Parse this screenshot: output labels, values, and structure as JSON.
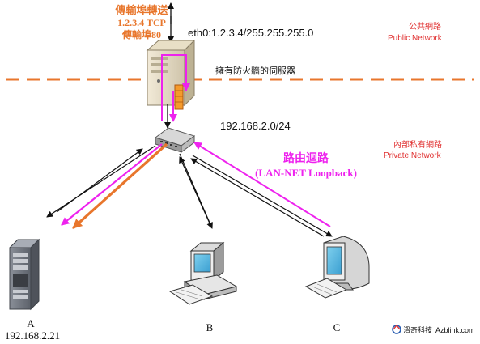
{
  "labels": {
    "forward_line1": "傳輸埠轉送",
    "forward_line2": "1.2.3.4 TCP",
    "forward_line3": "傳輸埠80",
    "eth0": "eth0:1.2.3.4/255.255.255.0",
    "public_zh": "公共網路",
    "public_en": "Public Network",
    "firewall_server": "擁有防火牆的伺服器",
    "subnet": "192.168.2.0/24",
    "private_zh": "內部私有網路",
    "private_en": "Private Network",
    "loopback_zh": "路由迴路",
    "loopback_en": "(LAN-NET Loopback)",
    "node_a": "A",
    "node_a_ip": "192.168.2.21",
    "node_b": "B",
    "node_c": "C",
    "logo_zh": "滑奇科技",
    "logo_en": "Azblink.com"
  },
  "colors": {
    "orange": "#e8762c",
    "magenta": "#ee22ee",
    "red_text": "#e03030",
    "black": "#111111"
  },
  "icons": {
    "server_top": "server-tower-icon",
    "switch": "network-switch-icon",
    "server_a": "rack-server-icon",
    "pc_b": "desktop-computer-icon",
    "pc_c": "crt-monitor-icon"
  }
}
